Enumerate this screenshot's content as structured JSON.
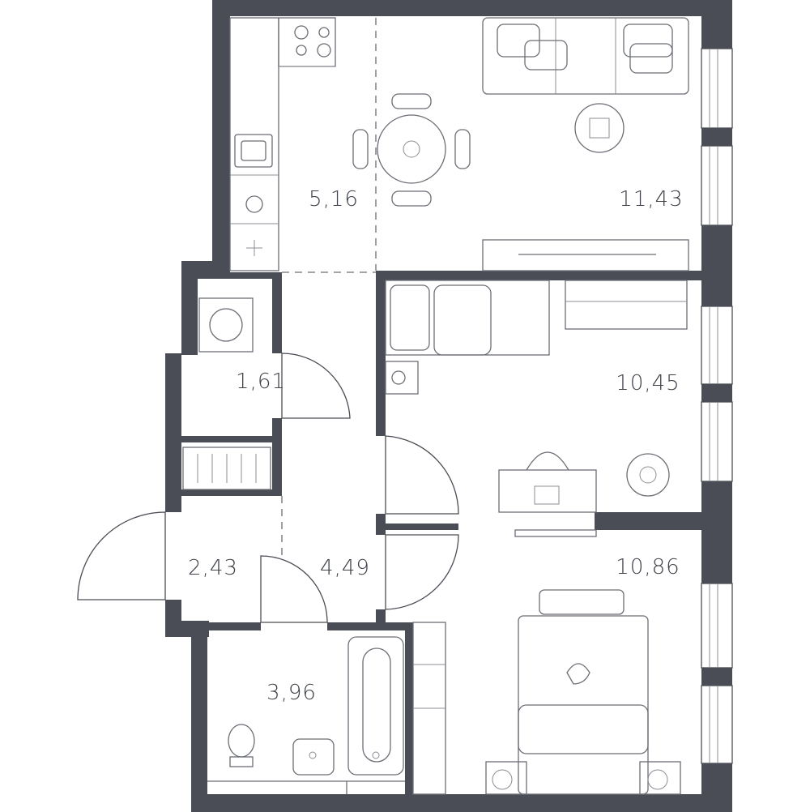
{
  "plan": {
    "rooms": [
      {
        "id": "kitchen",
        "area": "5,16"
      },
      {
        "id": "living",
        "area": "11,43"
      },
      {
        "id": "utility",
        "area": "1,61"
      },
      {
        "id": "bedroom-1",
        "area": "10,45"
      },
      {
        "id": "entrance",
        "area": "2,43"
      },
      {
        "id": "hall",
        "area": "4,49"
      },
      {
        "id": "bedroom-2",
        "area": "10,86"
      },
      {
        "id": "bathroom",
        "area": "3,96"
      }
    ]
  },
  "colors": {
    "wall": "#4a4d55",
    "line": "#6b6e75",
    "text": "#3e4149",
    "background": "#ffffff"
  }
}
